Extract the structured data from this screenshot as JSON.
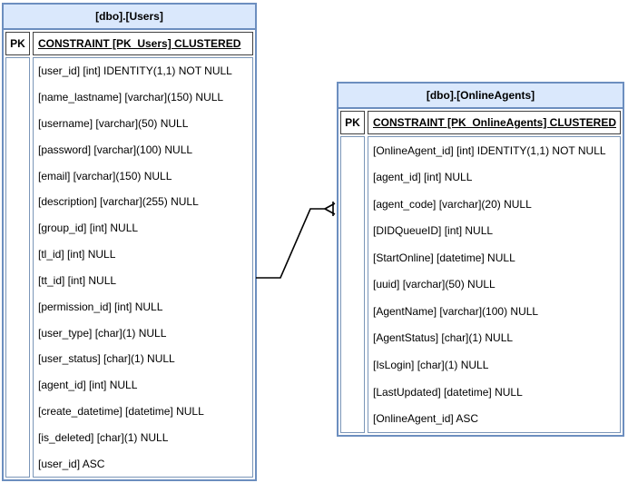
{
  "diagram": {
    "tables": [
      {
        "title": "[dbo].[Users]",
        "pk_label": "PK",
        "pk_constraint": "CONSTRAINT [PK_Users] CLUSTERED",
        "columns": [
          "[user_id] [int] IDENTITY(1,1) NOT NULL",
          "[name_lastname] [varchar](150) NULL",
          "[username] [varchar](50) NULL",
          "[password] [varchar](100) NULL",
          "[email] [varchar](150) NULL",
          "[description] [varchar](255) NULL",
          "[group_id] [int] NULL",
          "[tl_id] [int] NULL",
          "[tt_id] [int] NULL",
          "[permission_id] [int] NULL",
          "[user_type] [char](1) NULL",
          "[user_status] [char](1) NULL",
          "[agent_id] [int] NULL",
          "[create_datetime] [datetime] NULL",
          "[is_deleted] [char](1) NULL",
          "[user_id] ASC"
        ]
      },
      {
        "title": "[dbo].[OnlineAgents]",
        "pk_label": "PK",
        "pk_constraint": "CONSTRAINT [PK_OnlineAgents] CLUSTERED",
        "columns": [
          "[OnlineAgent_id] [int] IDENTITY(1,1) NOT NULL",
          "[agent_id] [int] NULL",
          "[agent_code] [varchar](20) NULL",
          "[DIDQueueID] [int] NULL",
          "[StartOnline] [datetime] NULL",
          "[uuid] [varchar](50) NULL",
          "[AgentName] [varchar](100) NULL",
          "[AgentStatus] [char](1) NULL",
          "[IsLogin] [char](1) NULL",
          "[LastUpdated] [datetime] NULL",
          "[OnlineAgent_id] ASC"
        ]
      }
    ],
    "relationship": {
      "from_table": "[dbo].[Users]",
      "to_table": "[dbo].[OnlineAgents]",
      "end_marker": "crow-foot-with-bar"
    },
    "colors": {
      "header_fill": "#dae8fc",
      "table_border": "#6c8ebf",
      "pk_cell_border": "#404040",
      "body_cell_border": "#7b96b8",
      "connector": "#000000",
      "background": "#ffffff"
    }
  }
}
